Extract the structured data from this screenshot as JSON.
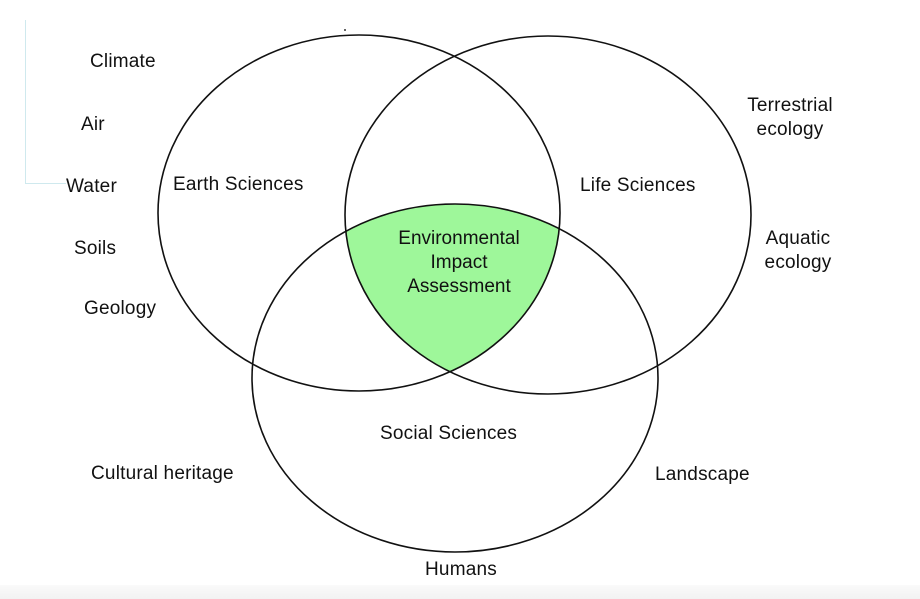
{
  "diagram": {
    "type": "venn",
    "colors": {
      "outline": "#111111",
      "intersection_fill": "#9ef79a",
      "background": "#ffffff"
    },
    "circles": [
      {
        "id": "earth",
        "label": "Earth Sciences"
      },
      {
        "id": "life",
        "label": "Life Sciences"
      },
      {
        "id": "social",
        "label": "Social Sciences"
      }
    ],
    "center": {
      "line1": "Environmental",
      "line2": "Impact",
      "line3": "Assessment"
    },
    "outer_labels": {
      "climate": "Climate",
      "air": "Air",
      "water": "Water",
      "soils": "Soils",
      "geology": "Geology",
      "terrestrial_1": "Terrestrial",
      "terrestrial_2": "ecology",
      "aquatic_1": "Aquatic",
      "aquatic_2": "ecology",
      "cultural_heritage": "Cultural heritage",
      "landscape": "Landscape",
      "humans": "Humans"
    }
  }
}
